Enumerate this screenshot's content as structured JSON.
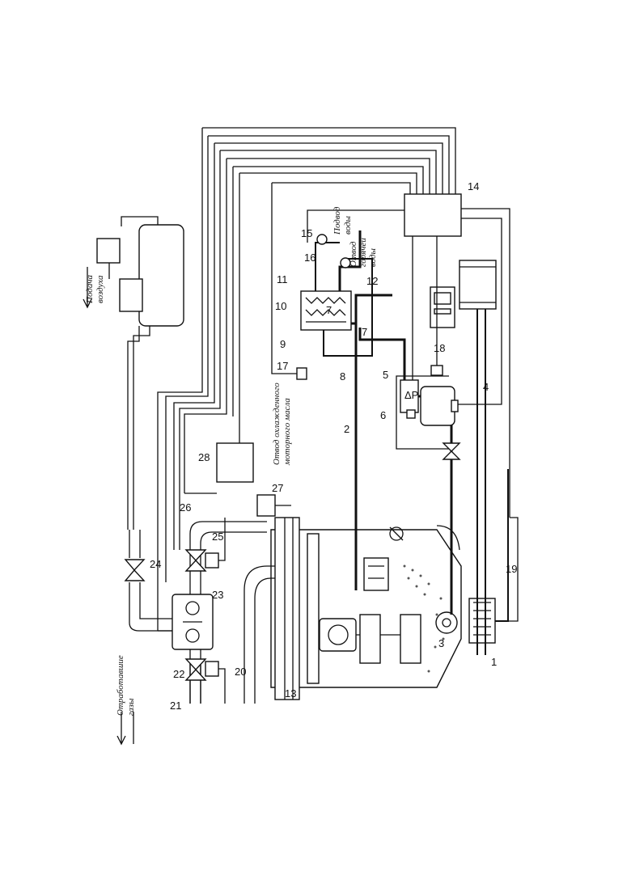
{
  "labels": {
    "n1": "1",
    "n2": "2",
    "n3": "3",
    "n4": "4",
    "n5": "5",
    "n6": "6",
    "n7a": "7",
    "n7b": "7",
    "n8": "8",
    "n9": "9",
    "n10": "10",
    "n11": "11",
    "n12": "12",
    "n13": "13",
    "n14": "14",
    "n15": "15",
    "n16": "16",
    "n17": "17",
    "n18": "18",
    "n19": "19",
    "n20": "20",
    "n21": "21",
    "n22": "22",
    "n23": "23",
    "n24": "24",
    "n25": "25",
    "n26": "26",
    "n27": "27",
    "n28": "28"
  },
  "captions": {
    "exhaust_l1": "Отработавшие",
    "exhaust_l2": "газы",
    "air_l1": "Подача",
    "air_l2": "воздуха",
    "oil_l1": "Отвод охлажденного",
    "oil_l2": "моторного масла",
    "water_in_l1": "Подвод",
    "water_in_l2": "воды",
    "water_out_l1": "Отвод",
    "water_out_l2": "горячей",
    "water_out_l3": "воды"
  },
  "symbols": {
    "delta_p": "ΔP"
  }
}
